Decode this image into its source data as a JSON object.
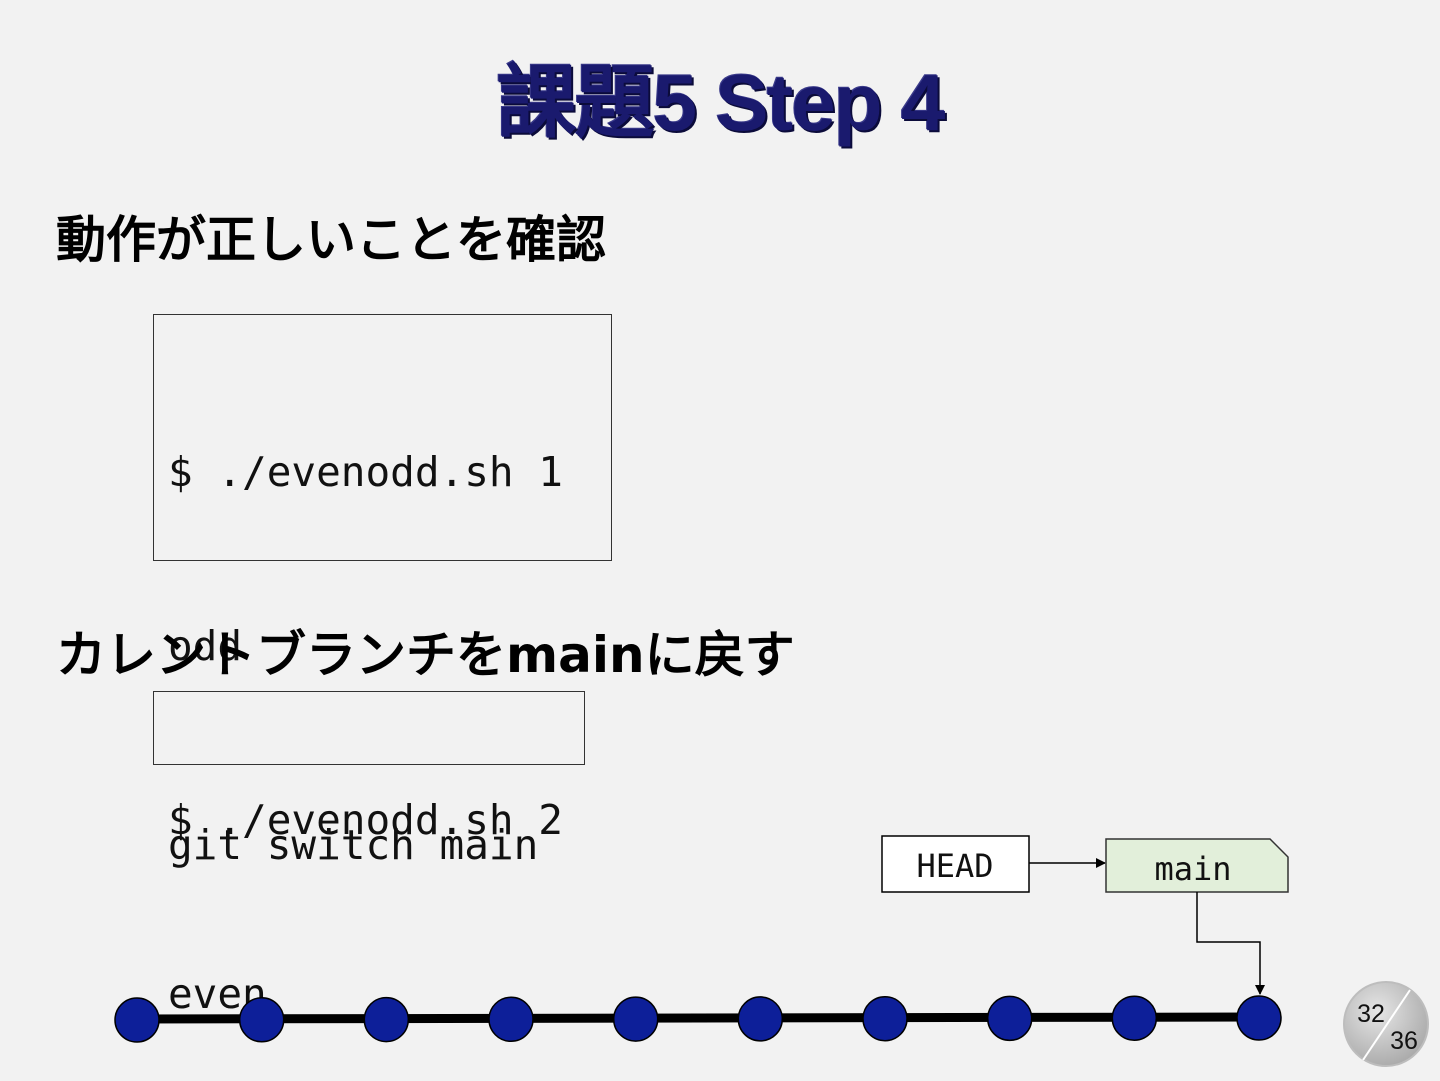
{
  "slide": {
    "title": "課題5 Step 4",
    "heading1": "動作が正しいことを確認",
    "code1": [
      "$ ./evenodd.sh 1",
      "odd",
      "$ ./evenodd.sh 2",
      "even"
    ],
    "heading2": "カレントブランチをmainに戻す",
    "code2": "git switch main"
  },
  "diagram": {
    "head_label": "HEAD",
    "branch_label": "main",
    "commit_count": 10,
    "colors": {
      "commit_fill": "#0d1f99",
      "branch_fill": "#e2efda",
      "line": "#000000"
    }
  },
  "page_badge": {
    "current": "32",
    "total": "36"
  }
}
